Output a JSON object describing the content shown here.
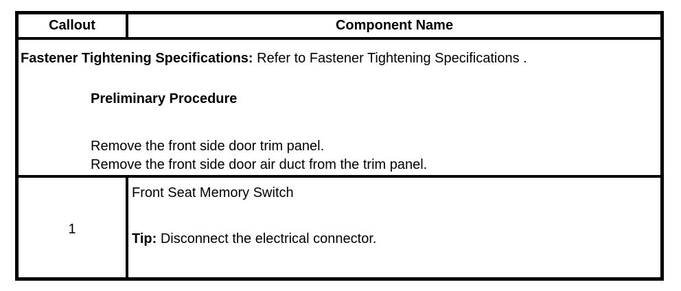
{
  "page": {
    "background_color": "#ffffff",
    "border_color": "#000000",
    "text_color": "#000000"
  },
  "table": {
    "headers": {
      "callout": "Callout",
      "component_name": "Component Name"
    },
    "preamble": {
      "fastener_label": "Fastener Tightening Specifications:",
      "fastener_text": "Refer to Fastener Tightening Specifications .",
      "preliminary_heading": "Preliminary Procedure",
      "steps": [
        "Remove the front side door trim panel.",
        "Remove the front side door air duct from the trim panel."
      ]
    },
    "rows": [
      {
        "callout": "1",
        "component_name": "Front Seat Memory Switch",
        "tip_label": "Tip:",
        "tip_text": "Disconnect the electrical connector."
      }
    ]
  }
}
